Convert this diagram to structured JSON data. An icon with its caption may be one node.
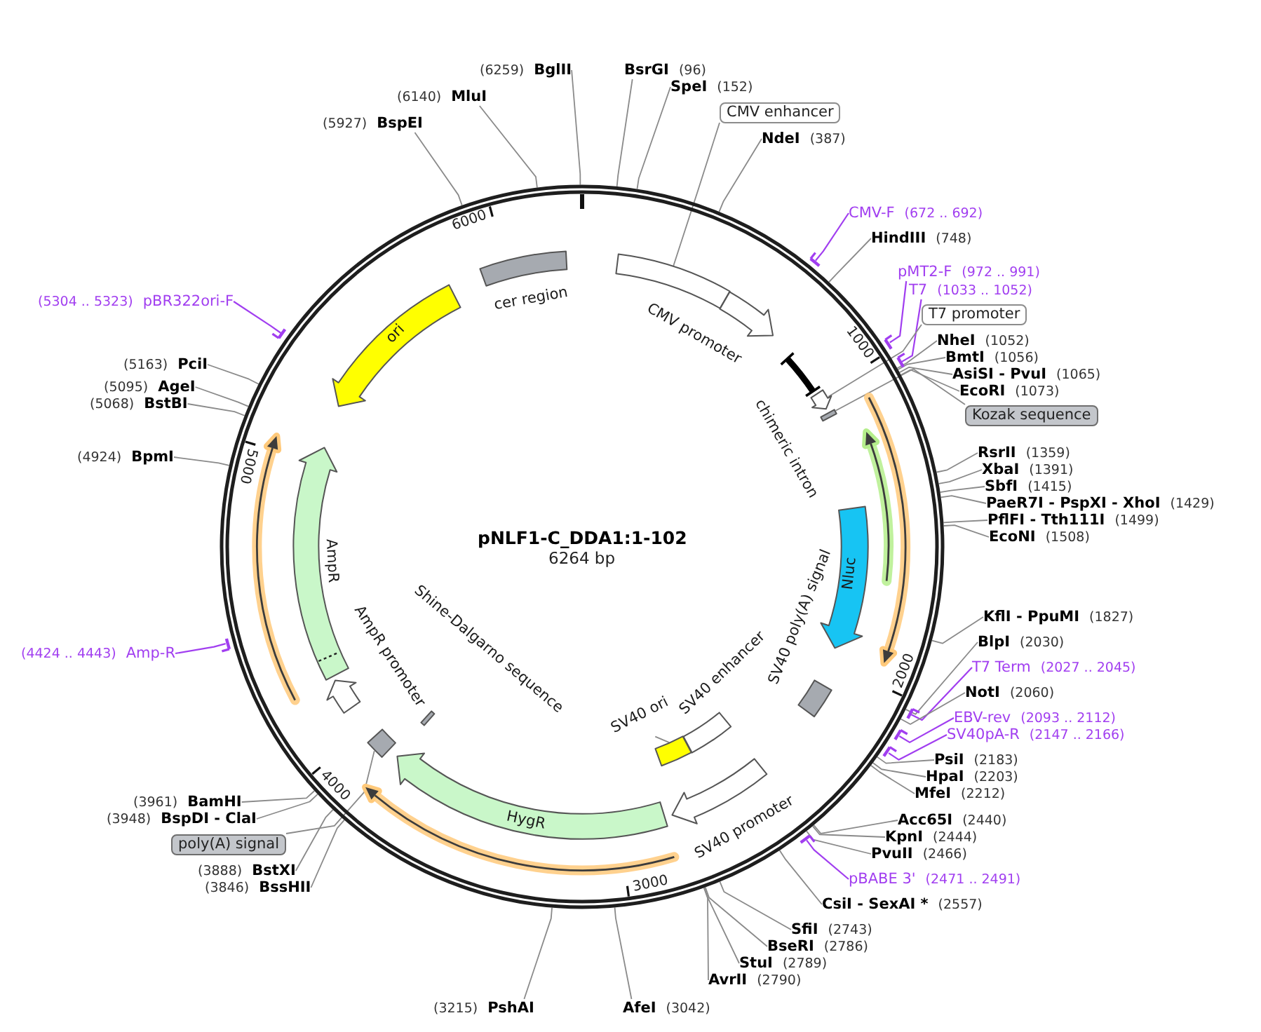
{
  "diagram": {
    "nodes": [
      {
        "text": [
          "pNLF1-C_DDA1:1-102",
          "6264 bp"
        ]
      },
      {
        "text": [],
        "shape": "box",
        "in": 0
      },
      {
        "text": [
          "CMV promoter"
        ],
        "in": 0
      },
      {
        "text": [
          "chimeric intron"
        ],
        "in": 0
      },
      {
        "text": [],
        "shape": "arrow",
        "in": 0
      },
      {
        "text": [],
        "shape": "bar",
        "in": 0
      },
      {
        "text": [],
        "shape": "arrow",
        "in": 0
      },
      {
        "text": [],
        "shape": "arrow",
        "in": 0
      },
      {
        "text": [
          "Nluc"
        ],
        "in": 0
      },
      {
        "text": [
          "SV40 poly(A) signal"
        ],
        "in": 0
      },
      {
        "text": [
          "SV40 enhancer"
        ],
        "in": 0
      },
      {
        "text": [
          "SV40 ori"
        ],
        "in": 0
      },
      {
        "text": [],
        "shape": "box",
        "in": 0
      },
      {
        "text": [
          "SV40 promoter"
        ],
        "in": 0
      },
      {
        "text": [],
        "shape": "arrow",
        "in": 0
      },
      {
        "text": [
          "HygR"
        ],
        "in": 0
      },
      {
        "text": [
          "Shine-Dalgarno sequence"
        ],
        "in": 0
      },
      {
        "text": [],
        "shape": "box",
        "in": 0
      },
      {
        "text": [
          "AmpR promoter"
        ],
        "in": 0
      },
      {
        "text": [
          "AmpR"
        ],
        "in": 0
      },
      {
        "text": [],
        "shape": "arrow",
        "in": 0
      },
      {
        "text": [
          "ori"
        ],
        "in": 0
      },
      {
        "text": [
          "cer region"
        ],
        "in": 0
      },
      {
        "text": [
          "(6259)",
          "BglII"
        ]
      },
      {
        "text": [
          "BsrGI",
          "(96)"
        ]
      },
      {
        "text": [
          "SpeI",
          "(152)"
        ]
      },
      {
        "text": [
          "CMV enhancer"
        ]
      },
      {
        "text": [
          "NdeI",
          "(387)"
        ]
      },
      {
        "text": [
          "CMV-F",
          "(672 .. 692)"
        ]
      },
      {
        "text": [],
        "shape": "bar"
      },
      {
        "text": [
          "HindIII",
          "(748)"
        ]
      },
      {
        "text": [
          "pMT2-F",
          "(972 .. 991)"
        ]
      },
      {
        "text": [],
        "shape": "bar"
      },
      {
        "text": [
          "T7",
          "(1033 .. 1052)"
        ]
      },
      {
        "text": [],
        "shape": "bar"
      },
      {
        "text": [
          "T7 promoter"
        ]
      },
      {
        "text": [
          "NheI",
          "(1052)"
        ]
      },
      {
        "text": [
          "BmtI",
          "(1056)"
        ]
      },
      {
        "text": [
          "AsiSI - PvuI",
          "(1065)"
        ]
      },
      {
        "text": [
          "EcoRI",
          "(1073)"
        ]
      },
      {
        "text": [
          "Kozak sequence"
        ]
      },
      {
        "text": [
          "RsrII",
          "(1359)"
        ]
      },
      {
        "text": [
          "XbaI",
          "(1391)"
        ]
      },
      {
        "text": [
          "SbfI",
          "(1415)"
        ]
      },
      {
        "text": [
          "PaeR7I - PspXI - XhoI",
          "(1429)"
        ]
      },
      {
        "text": [
          "PflFI - Tth111I",
          "(1499)"
        ]
      },
      {
        "text": [
          "EcoNI",
          "(1508)"
        ]
      },
      {
        "text": [
          "KflI - PpuMI",
          "(1827)"
        ]
      },
      {
        "text": [
          "BlpI",
          "(2030)"
        ]
      },
      {
        "text": [
          "T7 Term",
          "(2027 .. 2045)"
        ]
      },
      {
        "text": [],
        "shape": "bar"
      },
      {
        "text": [
          "NotI",
          "(2060)"
        ]
      },
      {
        "text": [
          "EBV-rev",
          "(2093 .. 2112)"
        ]
      },
      {
        "text": [],
        "shape": "bar"
      },
      {
        "text": [
          "SV40pA-R",
          "(2147 .. 2166)"
        ]
      },
      {
        "text": [],
        "shape": "bar"
      },
      {
        "text": [
          "PsiI",
          "(2183)"
        ]
      },
      {
        "text": [
          "HpaI",
          "(2203)"
        ]
      },
      {
        "text": [
          "MfeI",
          "(2212)"
        ]
      },
      {
        "text": [
          "Acc65I",
          "(2440)"
        ]
      },
      {
        "text": [
          "KpnI",
          "(2444)"
        ]
      },
      {
        "text": [
          "PvuII",
          "(2466)"
        ]
      },
      {
        "text": [
          "pBABE 3'",
          "(2471 .. 2491)"
        ]
      },
      {
        "text": [],
        "shape": "bar"
      },
      {
        "text": [
          "CsiI - SexAI *",
          "(2557)"
        ]
      },
      {
        "text": [
          "SfiI",
          "(2743)"
        ]
      },
      {
        "text": [
          "BseRI",
          "(2786)"
        ]
      },
      {
        "text": [
          "StuI",
          "(2789)"
        ]
      },
      {
        "text": [
          "AvrII",
          "(2790)"
        ]
      },
      {
        "text": [
          "AfeI",
          "(3042)"
        ]
      },
      {
        "text": [
          "(3215)",
          "PshAI"
        ]
      },
      {
        "text": [
          "(3846)",
          "BssHII"
        ]
      },
      {
        "text": [
          "(3888)",
          "BstXI"
        ]
      },
      {
        "text": [
          "poly(A) signal"
        ]
      },
      {
        "text": [
          "(3948)",
          "BspDI - ClaI"
        ]
      },
      {
        "text": [
          "(3961)",
          "BamHI"
        ]
      },
      {
        "text": [
          "(4424 .. 4443)",
          "Amp-R"
        ]
      },
      {
        "text": [],
        "shape": "bar"
      },
      {
        "text": [
          "(4924)",
          "BpmI"
        ]
      },
      {
        "text": [
          "(5068)",
          "BstBI"
        ]
      },
      {
        "text": [
          "(5095)",
          "AgeI"
        ]
      },
      {
        "text": [
          "(5163)",
          "PciI"
        ]
      },
      {
        "text": [
          "(5304 .. 5323)",
          "pBR322ori-F"
        ]
      },
      {
        "text": [],
        "shape": "bar"
      },
      {
        "text": [
          "(5927)",
          "BspEI"
        ]
      },
      {
        "text": [
          "(6140)",
          "MluI"
        ]
      }
    ],
    "edges": [
      {
        "from": 11,
        "to": 12,
        "arrow": "none"
      },
      {
        "from": 23,
        "to": 0,
        "arrow": "none"
      },
      {
        "from": 24,
        "to": 0,
        "arrow": "none"
      },
      {
        "from": 25,
        "to": 0,
        "arrow": "none"
      },
      {
        "from": 26,
        "to": 1,
        "arrow": "none"
      },
      {
        "from": 27,
        "to": 0,
        "arrow": "none"
      },
      {
        "from": 28,
        "to": 29,
        "arrow": "none",
        "color": "#a13ef0"
      },
      {
        "from": 30,
        "to": 0,
        "arrow": "none"
      },
      {
        "from": 31,
        "to": 32,
        "arrow": "none",
        "color": "#a13ef0"
      },
      {
        "from": 33,
        "to": 34,
        "arrow": "none",
        "color": "#a13ef0"
      },
      {
        "from": 35,
        "to": 4,
        "arrow": "none"
      },
      {
        "from": 36,
        "to": 0,
        "arrow": "none"
      },
      {
        "from": 37,
        "to": 0,
        "arrow": "none"
      },
      {
        "from": 38,
        "to": 0,
        "arrow": "none"
      },
      {
        "from": 39,
        "to": 0,
        "arrow": "none"
      },
      {
        "from": 40,
        "to": 5,
        "arrow": "none"
      },
      {
        "from": 41,
        "to": 0,
        "arrow": "none"
      },
      {
        "from": 42,
        "to": 0,
        "arrow": "none"
      },
      {
        "from": 43,
        "to": 0,
        "arrow": "none"
      },
      {
        "from": 44,
        "to": 0,
        "arrow": "none"
      },
      {
        "from": 45,
        "to": 0,
        "arrow": "none"
      },
      {
        "from": 46,
        "to": 0,
        "arrow": "none"
      },
      {
        "from": 47,
        "to": 0,
        "arrow": "none"
      },
      {
        "from": 48,
        "to": 0,
        "arrow": "none"
      },
      {
        "from": 49,
        "to": 50,
        "arrow": "none",
        "color": "#a13ef0"
      },
      {
        "from": 51,
        "to": 0,
        "arrow": "none"
      },
      {
        "from": 52,
        "to": 53,
        "arrow": "none",
        "color": "#a13ef0"
      },
      {
        "from": 54,
        "to": 55,
        "arrow": "none",
        "color": "#a13ef0"
      },
      {
        "from": 56,
        "to": 0,
        "arrow": "none"
      },
      {
        "from": 57,
        "to": 0,
        "arrow": "none"
      },
      {
        "from": 58,
        "to": 0,
        "arrow": "none"
      },
      {
        "from": 59,
        "to": 0,
        "arrow": "none"
      },
      {
        "from": 60,
        "to": 0,
        "arrow": "none"
      },
      {
        "from": 61,
        "to": 0,
        "arrow": "none"
      },
      {
        "from": 62,
        "to": 63,
        "arrow": "none",
        "color": "#a13ef0"
      },
      {
        "from": 64,
        "to": 0,
        "arrow": "none"
      },
      {
        "from": 65,
        "to": 0,
        "arrow": "none"
      },
      {
        "from": 66,
        "to": 0,
        "arrow": "none"
      },
      {
        "from": 67,
        "to": 0,
        "arrow": "none"
      },
      {
        "from": 68,
        "to": 0,
        "arrow": "none"
      },
      {
        "from": 69,
        "to": 0,
        "arrow": "none"
      },
      {
        "from": 70,
        "to": 0,
        "arrow": "none"
      },
      {
        "from": 71,
        "to": 0,
        "arrow": "none"
      },
      {
        "from": 72,
        "to": 0,
        "arrow": "none"
      },
      {
        "from": 73,
        "to": 17,
        "arrow": "none"
      },
      {
        "from": 74,
        "to": 0,
        "arrow": "none"
      },
      {
        "from": 75,
        "to": 0,
        "arrow": "none"
      },
      {
        "from": 76,
        "to": 77,
        "arrow": "none",
        "color": "#a13ef0"
      },
      {
        "from": 78,
        "to": 0,
        "arrow": "none"
      },
      {
        "from": 79,
        "to": 0,
        "arrow": "none"
      },
      {
        "from": 80,
        "to": 0,
        "arrow": "none"
      },
      {
        "from": 81,
        "to": 0,
        "arrow": "none"
      },
      {
        "from": 82,
        "to": 83,
        "arrow": "none",
        "color": "#a13ef0"
      },
      {
        "from": 84,
        "to": 0,
        "arrow": "none"
      },
      {
        "from": 85,
        "to": 0,
        "arrow": "none"
      }
    ],
    "labels": [
      "1000",
      "2000",
      "3000",
      "4000",
      "5000",
      "6000"
    ]
  }
}
